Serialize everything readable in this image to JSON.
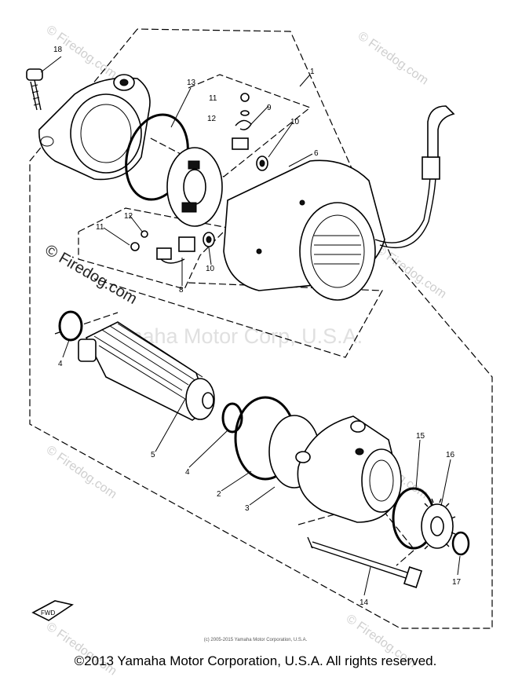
{
  "watermarks": {
    "site": "© Firedog.com",
    "center": "Yamaha Motor Corp, U.S.A."
  },
  "callouts": {
    "c1": "1",
    "c2": "2",
    "c3": "3",
    "c4a": "4",
    "c4b": "4",
    "c5": "5",
    "c6": "6",
    "c8": "8",
    "c9": "9",
    "c10a": "10",
    "c10b": "10",
    "c11a": "11",
    "c11b": "11",
    "c12a": "12",
    "c12b": "12",
    "c13": "13",
    "c14": "14",
    "c15": "15",
    "c16": "16",
    "c17": "17",
    "c18": "18"
  },
  "fwd_label": "FWD",
  "small_credit": "(c) 2005-2015 Yamaha Motor Corporation, U.S.A.",
  "footer": "©2013 Yamaha Motor Corporation, U.S.A. All rights reserved."
}
